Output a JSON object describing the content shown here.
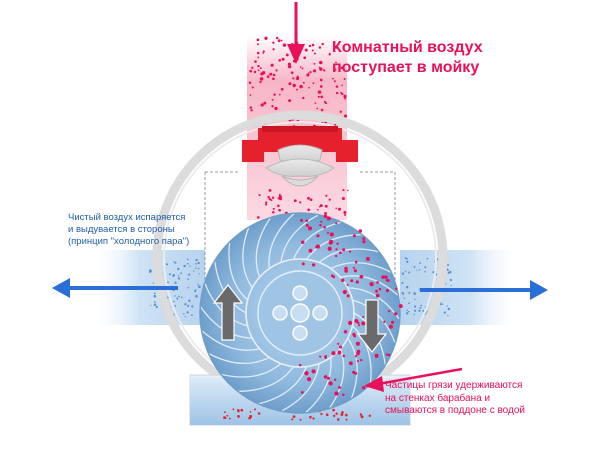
{
  "labels": {
    "inflow": [
      "Комнатный воздух",
      "поступает в мойку"
    ],
    "outflow": [
      "Чистый воздух испаряется",
      "и выдувается в стороны",
      "(принцип \"холодного пара\")"
    ],
    "dirt": [
      "Частицы грязи удерживаются",
      "на стенках барабана и",
      "смываются в поддоне с водой"
    ]
  },
  "colors": {
    "red_accent": "#e8115a",
    "blue_text": "#1f5fa8",
    "blue_arrow": "#2a6fd6",
    "drum": "#8cb7dc",
    "water": "#bfd8f0",
    "fan_red": "#e5212e",
    "light_blue_band": "#c7def2",
    "pink_band": "#f9cdd8",
    "grey_arrow": "#6a6a6a"
  },
  "icons": {
    "inflow_arrow": "arrow-down-icon",
    "outflow_arrows": "arrow-left-right-icon",
    "rotation_arrows": "rotation-arrow-icon",
    "fan": "fan-icon"
  }
}
